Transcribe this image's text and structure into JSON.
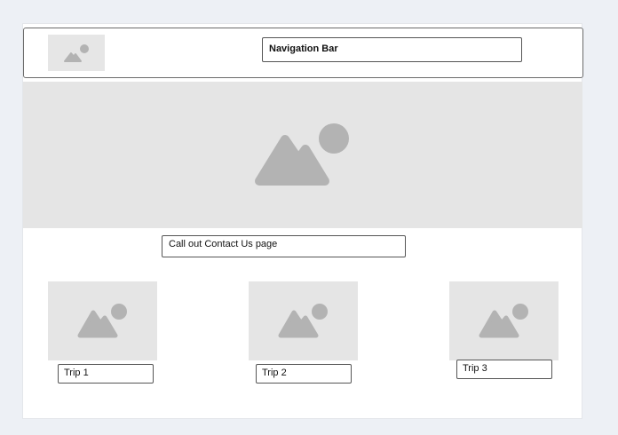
{
  "header": {
    "logo_icon": "image-placeholder-icon",
    "nav_label": "Navigation Bar"
  },
  "hero": {
    "icon": "image-placeholder-icon"
  },
  "callout": {
    "label": "Call out Contact Us page"
  },
  "trips": [
    {
      "label": "Trip 1",
      "icon": "image-placeholder-icon"
    },
    {
      "label": "Trip 2",
      "icon": "image-placeholder-icon"
    },
    {
      "label": "Trip 3",
      "icon": "image-placeholder-icon"
    }
  ],
  "colors": {
    "background": "#edf0f5",
    "placeholder_fill": "#e5e5e5",
    "placeholder_icon": "#b3b3b3",
    "border": "#555555"
  }
}
